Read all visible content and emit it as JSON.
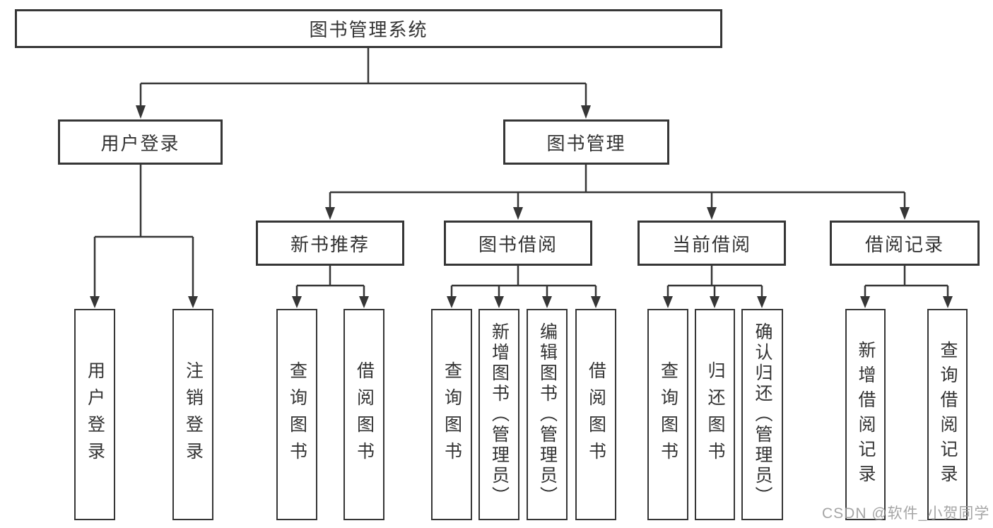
{
  "tree": {
    "label": "图书管理系统",
    "children": [
      {
        "label": "用户登录",
        "children": [
          {
            "label": "用户登录"
          },
          {
            "label": "注销登录"
          }
        ]
      },
      {
        "label": "图书管理",
        "children": [
          {
            "label": "新书推荐",
            "children": [
              {
                "label": "查询图书"
              },
              {
                "label": "借阅图书"
              }
            ]
          },
          {
            "label": "图书借阅",
            "children": [
              {
                "label": "查询图书"
              },
              {
                "label": "新增图书（管理员）"
              },
              {
                "label": "编辑图书（管理员）"
              },
              {
                "label": "借阅图书"
              }
            ]
          },
          {
            "label": "当前借阅",
            "children": [
              {
                "label": "查询图书"
              },
              {
                "label": "归还图书"
              },
              {
                "label": "确认归还（管理员）"
              }
            ]
          },
          {
            "label": "借阅记录",
            "children": [
              {
                "label": "新增借阅记录"
              },
              {
                "label": "查询借阅记录"
              }
            ]
          }
        ]
      }
    ]
  },
  "watermark": "CSDN @软件_小贺同学",
  "colors": {
    "line": "#363636",
    "box_border": "#363636",
    "text": "#333333",
    "watermark": "#9b9b9b",
    "background": "#ffffff"
  }
}
